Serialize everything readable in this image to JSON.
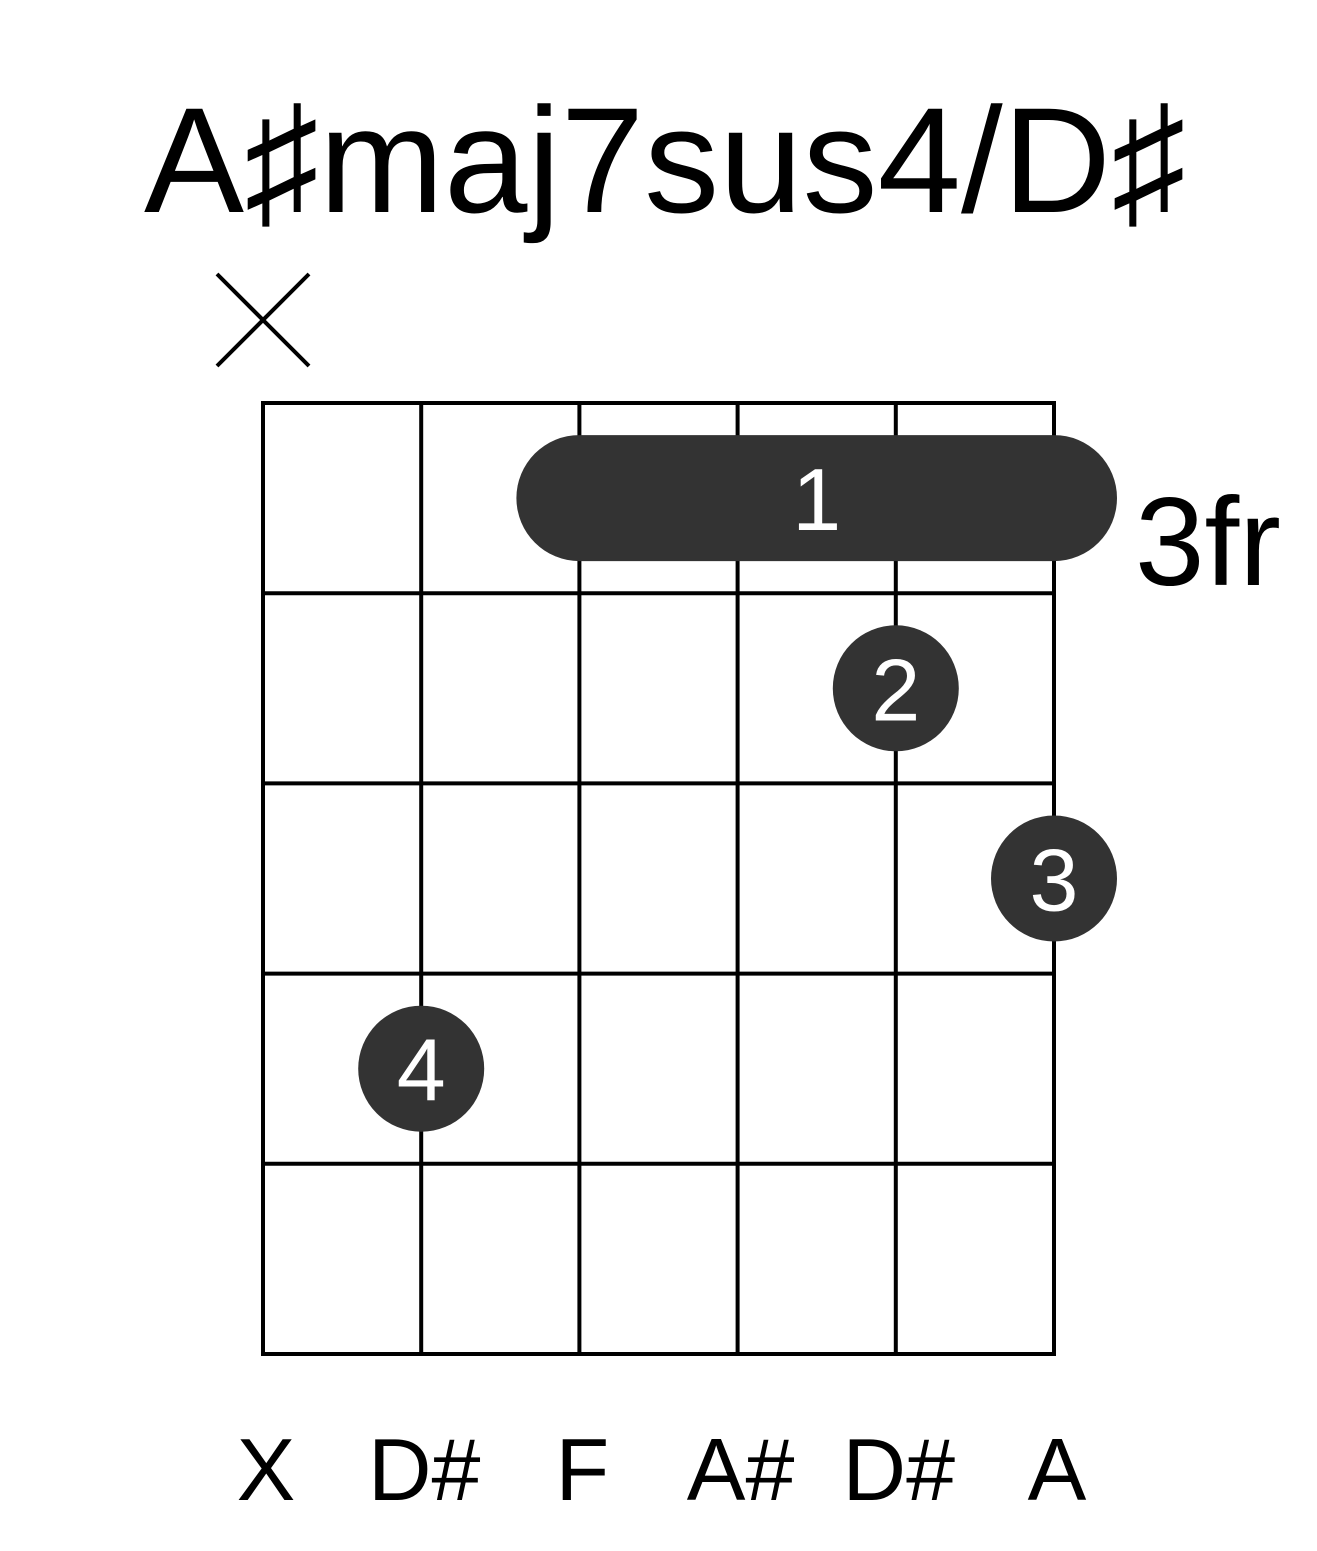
{
  "chord": {
    "name": "A♯maj7sus4/D♯",
    "position_label": "3fr"
  },
  "colors": {
    "background": "#ffffff",
    "grid": "#000000",
    "dot": "#333333",
    "finger_text": "#ffffff"
  },
  "diagram": {
    "string_count": 6,
    "fret_count": 5,
    "base_fret": 3,
    "string_markers": [
      "x",
      "",
      "",
      "",
      "",
      ""
    ],
    "barre": {
      "fret": 1,
      "from_string": 3,
      "to_string": 6,
      "finger": "1"
    },
    "dots": [
      {
        "string": 5,
        "fret": 2,
        "finger": "2"
      },
      {
        "string": 6,
        "fret": 3,
        "finger": "3"
      },
      {
        "string": 2,
        "fret": 4,
        "finger": "4"
      }
    ],
    "notes": [
      "X",
      "D#",
      "F",
      "A#",
      "D#",
      "A"
    ]
  }
}
